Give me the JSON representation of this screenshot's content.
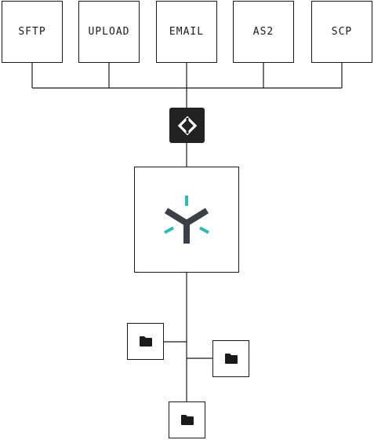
{
  "sources": [
    {
      "label": "SFTP"
    },
    {
      "label": "UPLOAD"
    },
    {
      "label": "EMAIL"
    },
    {
      "label": "AS2"
    },
    {
      "label": "SCP"
    }
  ],
  "connector": {
    "icon": "code-diamond-icon"
  },
  "hub": {
    "icon": "y-logo-icon",
    "accent_color": "#2bbdb4",
    "logo_color": "#3b3f46"
  },
  "destinations": [
    {
      "icon": "folder-icon"
    },
    {
      "icon": "folder-icon"
    },
    {
      "icon": "folder-icon"
    }
  ],
  "colors": {
    "line": "#1a1a1a",
    "box_border": "#1a1a1a",
    "connector_bg": "#222222"
  }
}
